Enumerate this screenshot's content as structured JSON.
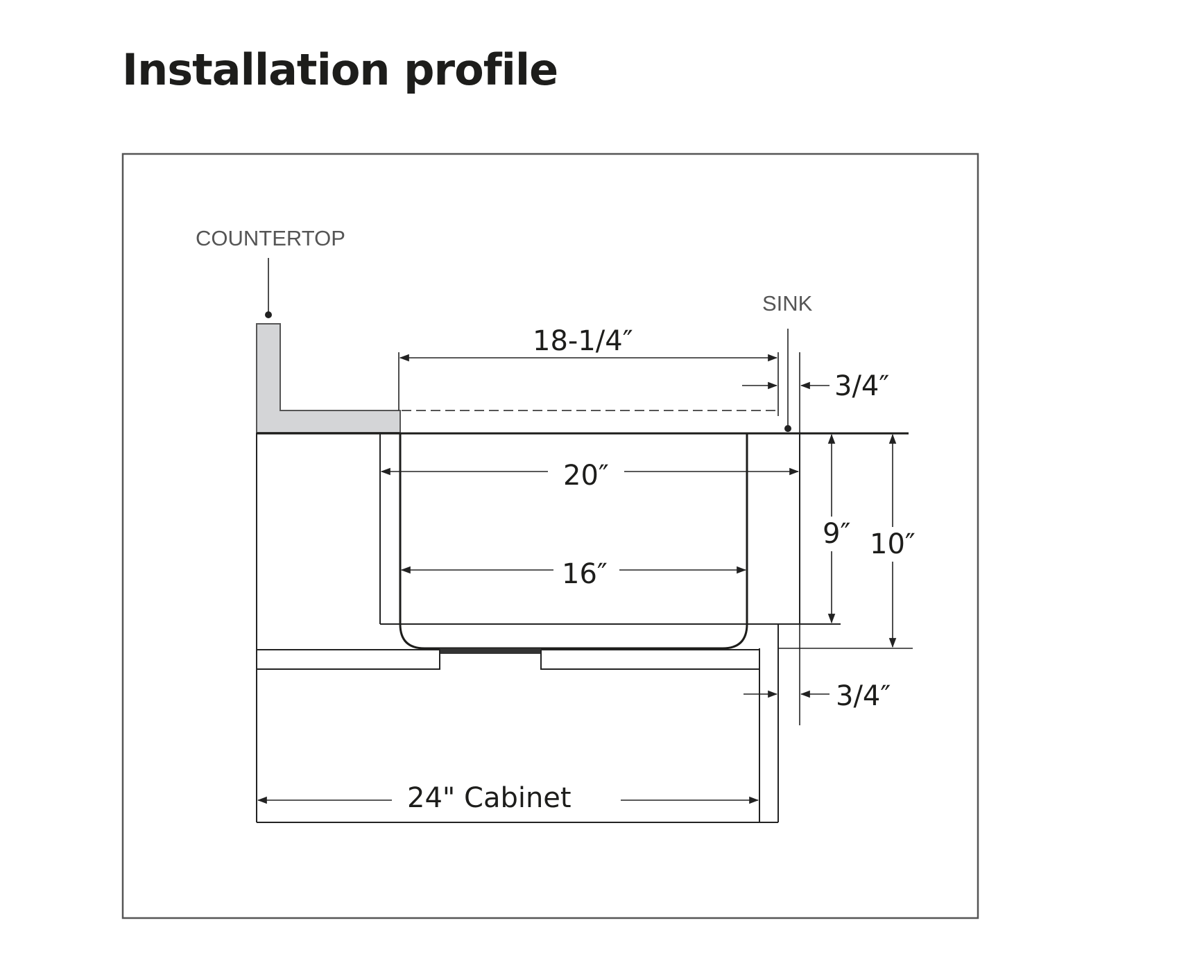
{
  "title": "Installation profile",
  "labels": {
    "countertop": "COUNTERTOP",
    "sink": "SINK"
  },
  "dimensions": {
    "bowl_top_width": "18-1/4″",
    "flange_top": "3/4″",
    "overall_width": "20″",
    "bowl_bottom_width": "16″",
    "depth_inner": "9″",
    "depth_overall": "10″",
    "cabinet_wall": "3/4″",
    "cabinet_width": "24\" Cabinet"
  },
  "colors": {
    "countertop_fill": "#d4d5d7",
    "line": "#222222",
    "frame": "#555555"
  }
}
